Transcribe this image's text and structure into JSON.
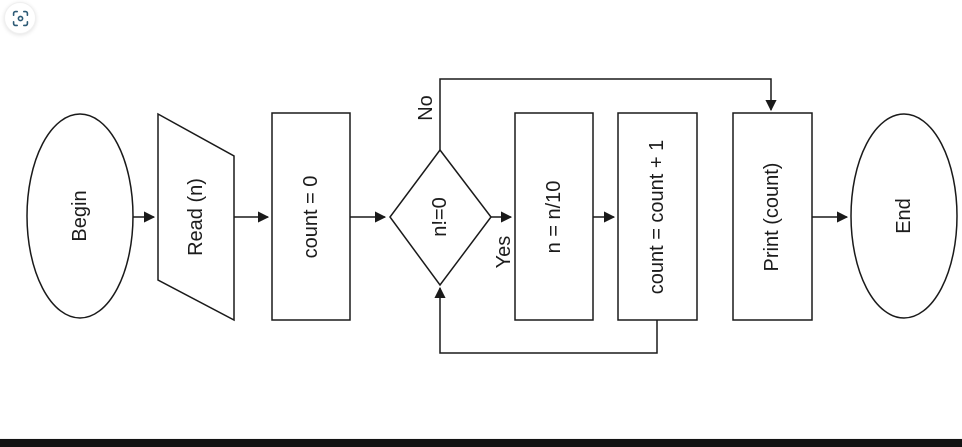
{
  "toolbar": {
    "capture_button": {
      "icon": "focus-scan-icon",
      "icon_color": "#2d5a75"
    }
  },
  "flowchart": {
    "description": "Flowchart that counts the digits of a number n (rotated 90°, text reads bottom-to-top)",
    "stroke_color": "#1a1a1a",
    "text_color": "#1c1c1c",
    "nodes": [
      {
        "id": "begin",
        "type": "terminator-ellipse",
        "label": "Begin"
      },
      {
        "id": "read",
        "type": "input-parallelogram",
        "label": "Read (n)"
      },
      {
        "id": "init",
        "type": "process-rect",
        "label": "count = 0"
      },
      {
        "id": "decision",
        "type": "decision-diamond",
        "label": "n!=0"
      },
      {
        "id": "divide",
        "type": "process-rect",
        "label": "n = n/10"
      },
      {
        "id": "increment",
        "type": "process-rect",
        "label": "count = count + 1"
      },
      {
        "id": "print",
        "type": "process-rect",
        "label": "Print (count)"
      },
      {
        "id": "end",
        "type": "terminator-ellipse",
        "label": "End"
      }
    ],
    "edge_labels": {
      "no": "No",
      "yes": "Yes"
    }
  },
  "bottom_bar": {
    "color": "#131313"
  }
}
